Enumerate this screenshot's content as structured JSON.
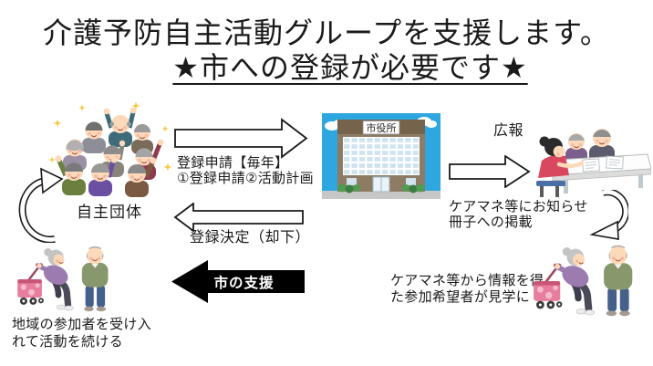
{
  "title": {
    "line1": "介護予防自主活動グループを支援します。",
    "line2": "★市への登録が必要です★"
  },
  "flow": {
    "group_label": "自主団体",
    "register_caption_line1": "登録申請【毎年】",
    "register_caption_line2": "①登録申請②活動計画",
    "city_hall_sign": "市役所",
    "pr_label": "広報",
    "notify_line1": "ケアマネ等にお知らせ",
    "notify_line2": "冊子への掲載",
    "decision_caption": "登録決定（却下）",
    "support_arrow_label": "市の支援",
    "continue_line1": "地域の参加者を受け入",
    "continue_line2": "れて活動を続ける",
    "visit_line1": "ケアマネ等から情報を得",
    "visit_line2": "た参加希望者が見学に"
  },
  "colors": {
    "background": "#FFFFFF",
    "text": "#1A1A1A",
    "support_arrow_fill": "#000000",
    "support_arrow_text": "#FFFFFF",
    "sky_blue": "#2EA7E0",
    "building_brown": "#8E7B63",
    "cart_pink": "#E87E9E"
  }
}
